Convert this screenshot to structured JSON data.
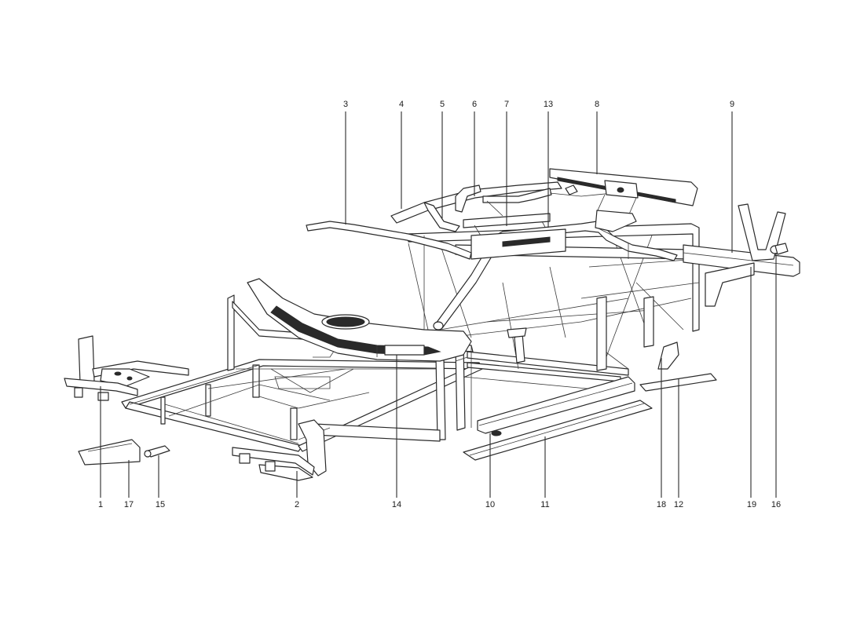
{
  "diagram": {
    "callouts": [
      {
        "id": "c1",
        "text": "1"
      },
      {
        "id": "c17",
        "text": "17"
      },
      {
        "id": "c15",
        "text": "15"
      },
      {
        "id": "c2",
        "text": "2"
      },
      {
        "id": "c14",
        "text": "14"
      },
      {
        "id": "c10",
        "text": "10"
      },
      {
        "id": "c11",
        "text": "11"
      },
      {
        "id": "c18",
        "text": "18"
      },
      {
        "id": "c12",
        "text": "12"
      },
      {
        "id": "c19",
        "text": "19"
      },
      {
        "id": "c16",
        "text": "16"
      },
      {
        "id": "c3",
        "text": "3"
      },
      {
        "id": "c4",
        "text": "4"
      },
      {
        "id": "c5",
        "text": "5"
      },
      {
        "id": "c6",
        "text": "6"
      },
      {
        "id": "c7",
        "text": "7"
      },
      {
        "id": "c13",
        "text": "13"
      },
      {
        "id": "c8",
        "text": "8"
      },
      {
        "id": "c9",
        "text": "9"
      }
    ]
  }
}
